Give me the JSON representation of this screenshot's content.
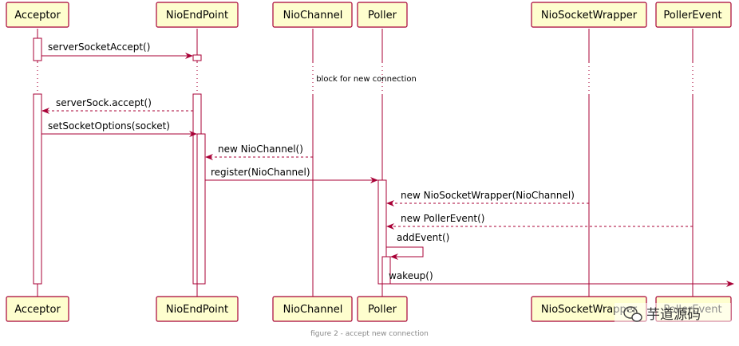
{
  "diagram": {
    "participants": [
      {
        "id": "acceptor",
        "label": "Acceptor"
      },
      {
        "id": "nioendpoint",
        "label": "NioEndPoint"
      },
      {
        "id": "niochannel",
        "label": "NioChannel"
      },
      {
        "id": "poller",
        "label": "Poller"
      },
      {
        "id": "niosocketwrapper",
        "label": "NioSocketWrapper"
      },
      {
        "id": "pollerevent",
        "label": "PollerEvent"
      }
    ],
    "messages": [
      {
        "from": "acceptor",
        "to": "nioendpoint",
        "label": "serverSocketAccept()",
        "style": "solid"
      },
      {
        "from": "nioendpoint",
        "to": "acceptor",
        "label": "serverSock.accept()",
        "style": "dashed"
      },
      {
        "from": "acceptor",
        "to": "nioendpoint",
        "label": "setSocketOptions(socket)",
        "style": "solid"
      },
      {
        "from": "niochannel",
        "to": "nioendpoint",
        "label": "new NioChannel()",
        "style": "dashed"
      },
      {
        "from": "nioendpoint",
        "to": "poller",
        "label": "register(NioChannel)",
        "style": "solid"
      },
      {
        "from": "niosocketwrapper",
        "to": "poller",
        "label": "new NioSocketWrapper(NioChannel)",
        "style": "dashed"
      },
      {
        "from": "pollerevent",
        "to": "poller",
        "label": "new PollerEvent()",
        "style": "dashed"
      },
      {
        "from": "poller",
        "to": "poller",
        "label": "addEvent()",
        "style": "solid"
      },
      {
        "from": "poller",
        "to": "outside",
        "label": "wakeup()",
        "style": "solid"
      }
    ],
    "divider": "block for new connection",
    "caption": "figure 2 - accept new connection"
  },
  "watermark": {
    "text": "芋道源码",
    "icon": "wechat-icon"
  },
  "colors": {
    "line": "#a80036",
    "box_fill": "#fefece",
    "caption": "#888888"
  }
}
